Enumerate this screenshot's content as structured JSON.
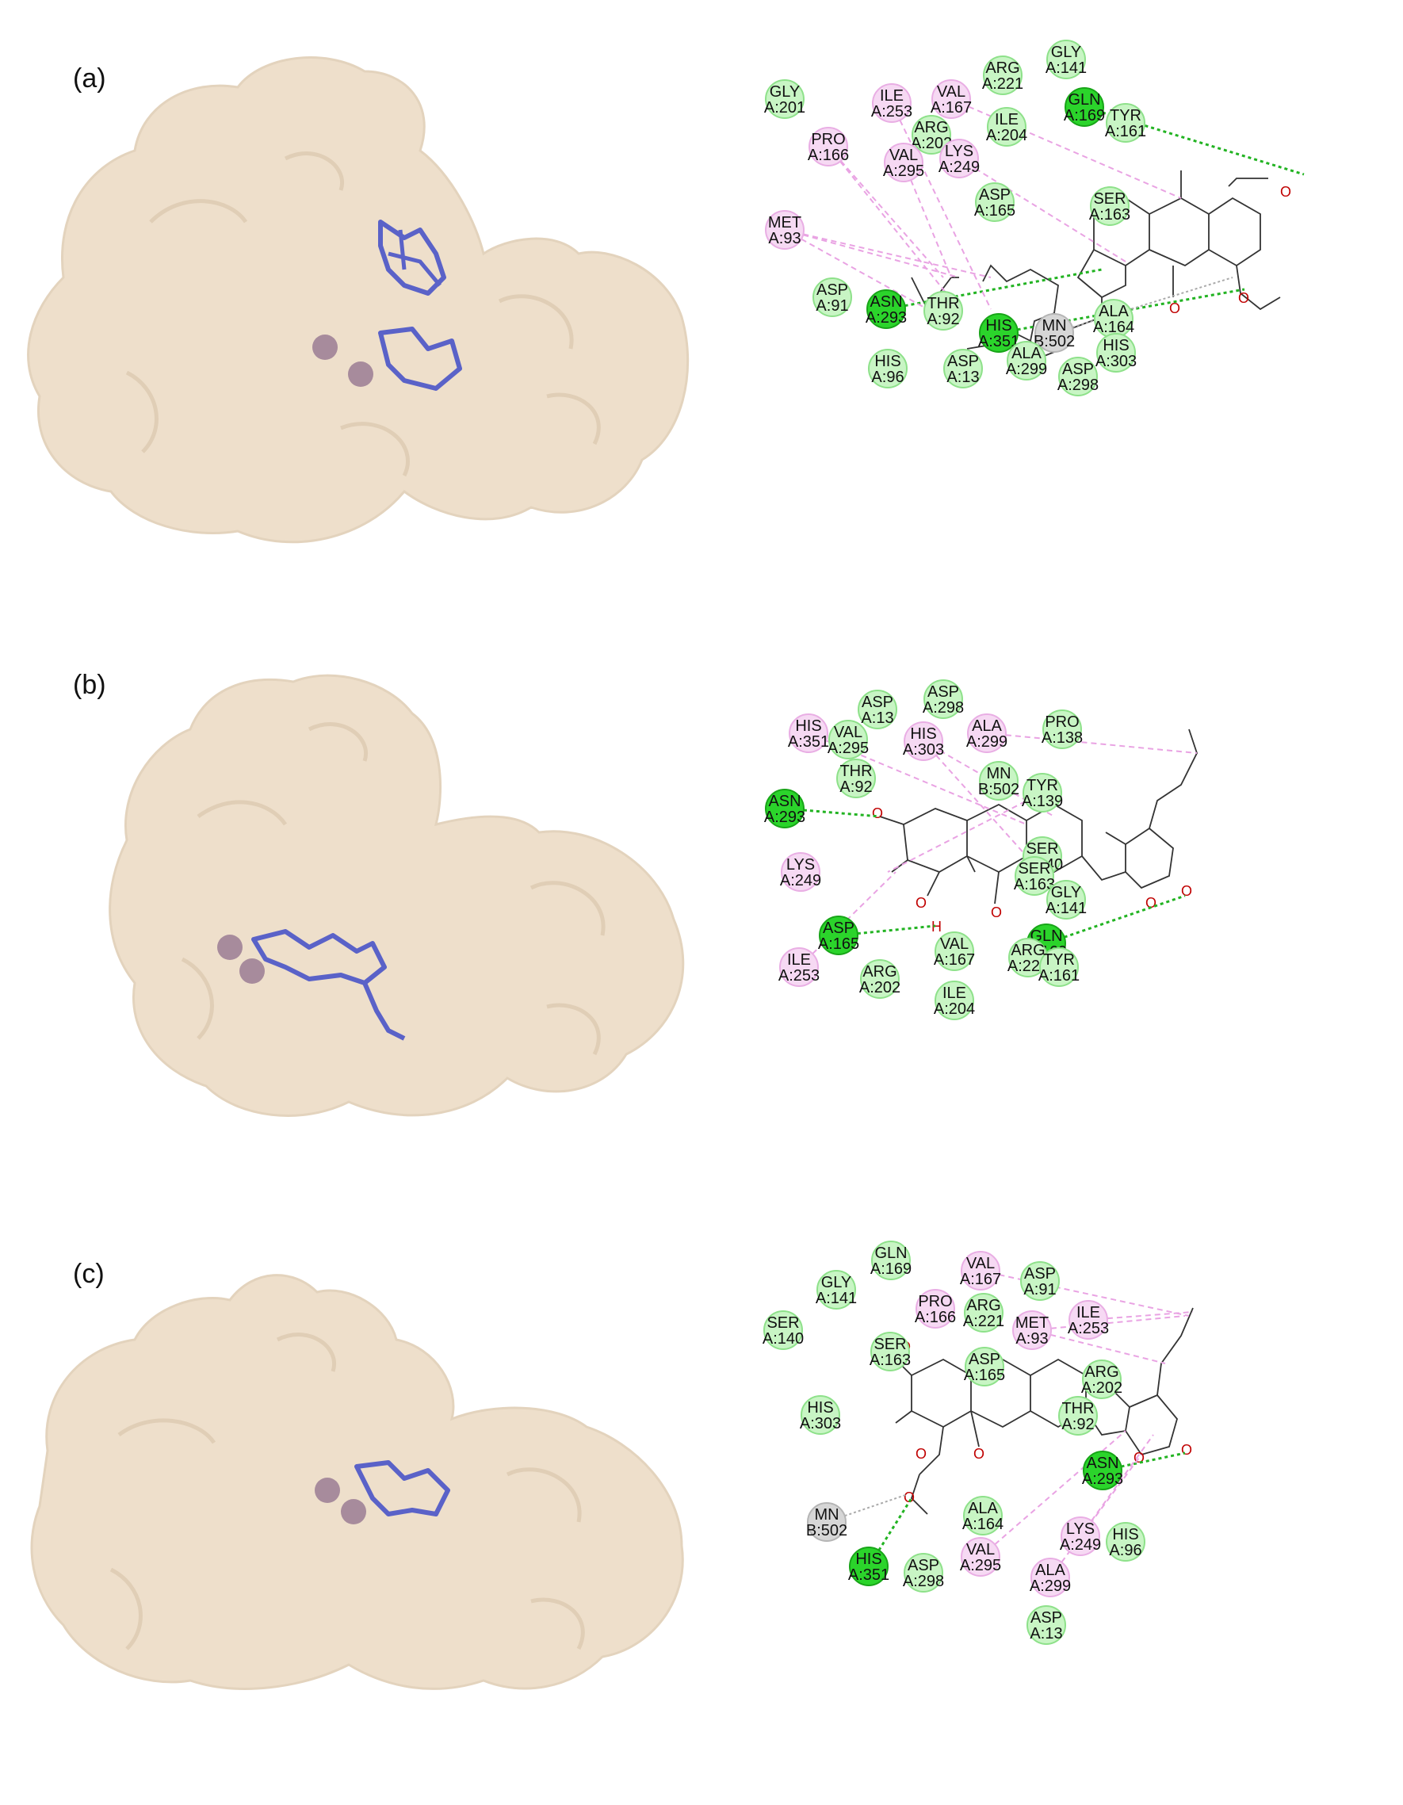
{
  "panels": [
    {
      "label": "(a)",
      "residues": [
        {
          "name": "GLY",
          "id": "A:201",
          "type": "vdw"
        },
        {
          "name": "ILE",
          "id": "A:253",
          "type": "alkyl"
        },
        {
          "name": "VAL",
          "id": "A:167",
          "type": "alkyl"
        },
        {
          "name": "ARG",
          "id": "A:221",
          "type": "vdw"
        },
        {
          "name": "GLY",
          "id": "A:141",
          "type": "vdw"
        },
        {
          "name": "GLN",
          "id": "A:169",
          "type": "hbond"
        },
        {
          "name": "TYR",
          "id": "A:161",
          "type": "vdw"
        },
        {
          "name": "ARG",
          "id": "A:202",
          "type": "vdw"
        },
        {
          "name": "ILE",
          "id": "A:204",
          "type": "vdw"
        },
        {
          "name": "PRO",
          "id": "A:166",
          "type": "alkyl"
        },
        {
          "name": "VAL",
          "id": "A:295",
          "type": "alkyl"
        },
        {
          "name": "LYS",
          "id": "A:249",
          "type": "alkyl"
        },
        {
          "name": "ASP",
          "id": "A:165",
          "type": "vdw"
        },
        {
          "name": "SER",
          "id": "A:163",
          "type": "vdw"
        },
        {
          "name": "MET",
          "id": "A:93",
          "type": "alkyl"
        },
        {
          "name": "ASP",
          "id": "A:91",
          "type": "vdw"
        },
        {
          "name": "ASN",
          "id": "A:293",
          "type": "hbond"
        },
        {
          "name": "THR",
          "id": "A:92",
          "type": "vdw"
        },
        {
          "name": "HIS",
          "id": "A:351",
          "type": "hbond"
        },
        {
          "name": "MN",
          "id": "B:502",
          "type": "metal"
        },
        {
          "name": "ALA",
          "id": "A:164",
          "type": "vdw"
        },
        {
          "name": "HIS",
          "id": "A:303",
          "type": "vdw"
        },
        {
          "name": "HIS",
          "id": "A:96",
          "type": "vdw"
        },
        {
          "name": "ASP",
          "id": "A:13",
          "type": "vdw"
        },
        {
          "name": "ALA",
          "id": "A:299",
          "type": "vdw"
        },
        {
          "name": "ASP",
          "id": "A:298",
          "type": "vdw"
        }
      ]
    },
    {
      "label": "(b)",
      "residues": [
        {
          "name": "ASP",
          "id": "A:13",
          "type": "vdw"
        },
        {
          "name": "ASP",
          "id": "A:298",
          "type": "vdw"
        },
        {
          "name": "HIS",
          "id": "A:351",
          "type": "alkyl"
        },
        {
          "name": "VAL",
          "id": "A:295",
          "type": "vdw"
        },
        {
          "name": "HIS",
          "id": "A:303",
          "type": "alkyl"
        },
        {
          "name": "ALA",
          "id": "A:299",
          "type": "alkyl"
        },
        {
          "name": "PRO",
          "id": "A:138",
          "type": "vdw"
        },
        {
          "name": "THR",
          "id": "A:92",
          "type": "vdw"
        },
        {
          "name": "MN",
          "id": "B:502",
          "type": "vdw"
        },
        {
          "name": "ASN",
          "id": "A:293",
          "type": "hbond"
        },
        {
          "name": "TYR",
          "id": "A:139",
          "type": "vdw"
        },
        {
          "name": "SER",
          "id": "A:140",
          "type": "vdw"
        },
        {
          "name": "LYS",
          "id": "A:249",
          "type": "alkyl"
        },
        {
          "name": "SER",
          "id": "A:163",
          "type": "vdw"
        },
        {
          "name": "GLY",
          "id": "A:141",
          "type": "vdw"
        },
        {
          "name": "ASP",
          "id": "A:165",
          "type": "hbond"
        },
        {
          "name": "GLN",
          "id": "A:169",
          "type": "hbond"
        },
        {
          "name": "ILE",
          "id": "A:253",
          "type": "alkyl"
        },
        {
          "name": "VAL",
          "id": "A:167",
          "type": "vdw"
        },
        {
          "name": "ARG",
          "id": "A:221",
          "type": "vdw"
        },
        {
          "name": "TYR",
          "id": "A:161",
          "type": "vdw"
        },
        {
          "name": "ARG",
          "id": "A:202",
          "type": "vdw"
        },
        {
          "name": "ILE",
          "id": "A:204",
          "type": "vdw"
        }
      ]
    },
    {
      "label": "(c)",
      "residues": [
        {
          "name": "GLN",
          "id": "A:169",
          "type": "vdw"
        },
        {
          "name": "VAL",
          "id": "A:167",
          "type": "alkyl"
        },
        {
          "name": "GLY",
          "id": "A:141",
          "type": "vdw"
        },
        {
          "name": "ASP",
          "id": "A:91",
          "type": "vdw"
        },
        {
          "name": "PRO",
          "id": "A:166",
          "type": "alkyl"
        },
        {
          "name": "ILE",
          "id": "A:253",
          "type": "alkyl"
        },
        {
          "name": "ARG",
          "id": "A:221",
          "type": "vdw"
        },
        {
          "name": "MET",
          "id": "A:93",
          "type": "alkyl"
        },
        {
          "name": "SER",
          "id": "A:140",
          "type": "vdw"
        },
        {
          "name": "SER",
          "id": "A:163",
          "type": "vdw"
        },
        {
          "name": "ASP",
          "id": "A:165",
          "type": "vdw"
        },
        {
          "name": "ARG",
          "id": "A:202",
          "type": "vdw"
        },
        {
          "name": "THR",
          "id": "A:92",
          "type": "vdw"
        },
        {
          "name": "HIS",
          "id": "A:303",
          "type": "vdw"
        },
        {
          "name": "ASN",
          "id": "A:293",
          "type": "hbond"
        },
        {
          "name": "MN",
          "id": "B:502",
          "type": "metal"
        },
        {
          "name": "ALA",
          "id": "A:164",
          "type": "vdw"
        },
        {
          "name": "LYS",
          "id": "A:249",
          "type": "alkyl"
        },
        {
          "name": "HIS",
          "id": "A:96",
          "type": "vdw"
        },
        {
          "name": "VAL",
          "id": "A:295",
          "type": "alkyl"
        },
        {
          "name": "HIS",
          "id": "A:351",
          "type": "hbond"
        },
        {
          "name": "ASP",
          "id": "A:298",
          "type": "vdw"
        },
        {
          "name": "ALA",
          "id": "A:299",
          "type": "alkyl"
        },
        {
          "name": "ASP",
          "id": "A:13",
          "type": "vdw"
        }
      ]
    }
  ],
  "atom_label_O": "O",
  "atom_label_H": "H",
  "colors": {
    "protein_surface": "#eedfcb",
    "ligand": "#5a62c8",
    "metal_ion": "#a78b9c",
    "vdw_fill": "#c8f5c4",
    "vdw_stroke": "#8ee18a",
    "alkyl_fill": "#f6d9f3",
    "alkyl_stroke": "#e9aee4",
    "hbond_fill": "#2bd42b",
    "hbond_stroke": "#18a518",
    "metal_fill": "#d6d6d6",
    "hbond_line": "#22b322",
    "alkyl_line": "#e9a3e3",
    "metal_line": "#aaaaaa",
    "oxygen": "#c00000"
  }
}
